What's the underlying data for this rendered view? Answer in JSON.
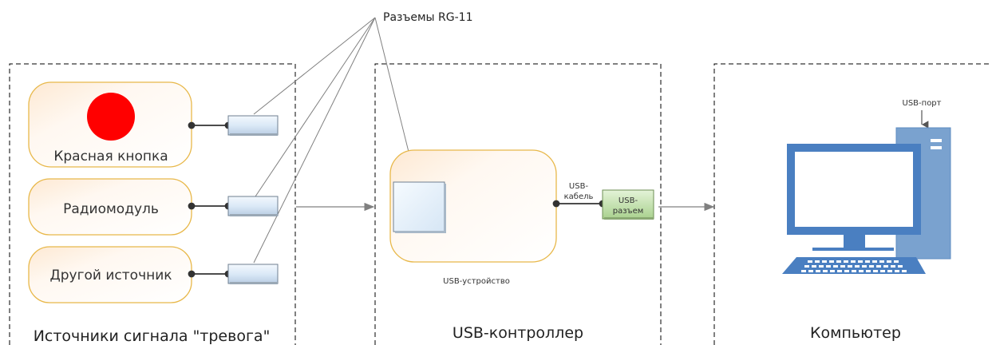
{
  "callout": {
    "connectors_label": "Разъемы RG-11"
  },
  "sources": {
    "title": "Источники сигнала \"тревога\"",
    "items": [
      {
        "label": "Красная кнопка",
        "icon": "red-button-icon"
      },
      {
        "label": "Радиомодуль"
      },
      {
        "label": "Другой источник"
      }
    ]
  },
  "controller": {
    "title": "USB-контроллер",
    "device_label": "USB-устройство",
    "cable_label_line1": "USB-",
    "cable_label_line2": "кабель",
    "connector_line1": "USB-",
    "connector_line2": "разъем"
  },
  "computer": {
    "title": "Компьютер",
    "port_label": "USB-порт",
    "icon": "computer-icon"
  },
  "colors": {
    "box_border": "#e8b84a",
    "connector_fill": "#dbe9f7",
    "usb_connector_fill": "#c8e6b4",
    "computer_blue": "#4a7fc1",
    "computer_light": "#8fb1d8",
    "red_button": "#ff0000",
    "arrow": "#808080"
  }
}
